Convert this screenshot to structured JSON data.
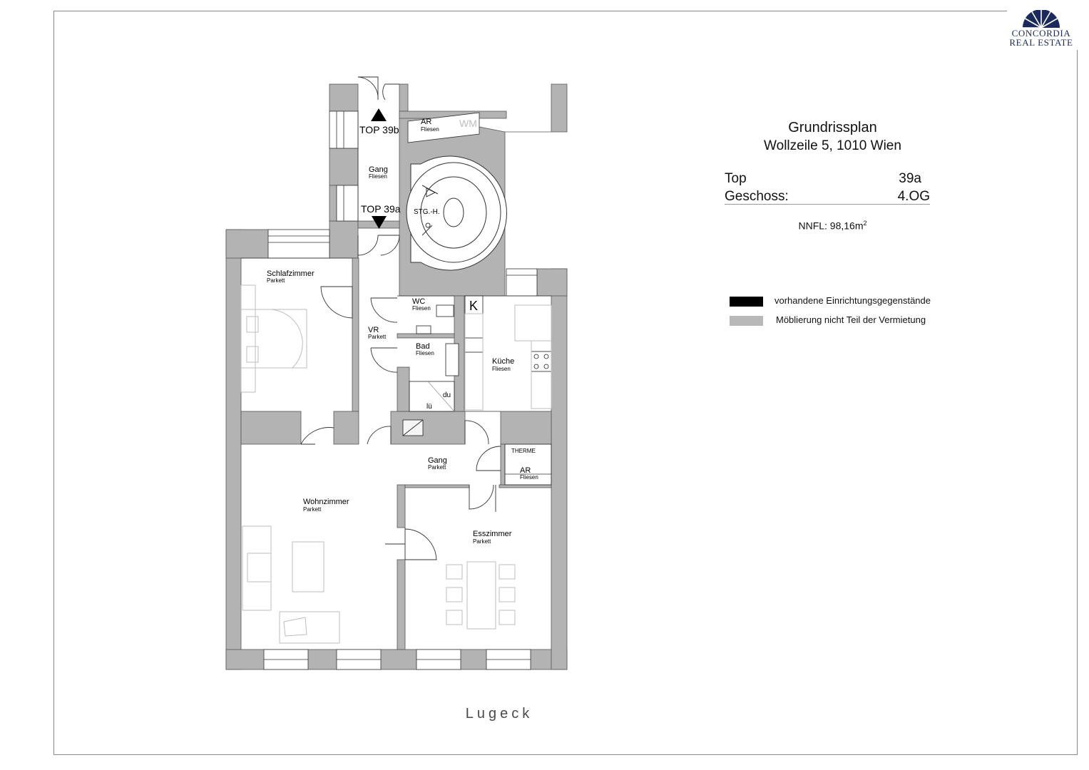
{
  "logo": {
    "line1": "CONCORDIA",
    "line2": "REAL ESTATE",
    "color": "#1b2a5a"
  },
  "info": {
    "title": "Grundrissplan",
    "address": "Wollzeile 5, 1010 Wien",
    "top_label": "Top",
    "top_value": "39a",
    "floor_label": "Geschoss:",
    "floor_value": "4.OG",
    "nnfl_text": "NNFL: 98,16m",
    "nnfl_sup": "2"
  },
  "legend": [
    {
      "label": "vorhandene Einrichtungsgegenstände",
      "color": "#000000"
    },
    {
      "label": "Möblierung nicht Teil der Vermietung",
      "color": "#b8b8b8"
    }
  ],
  "street": "Lugeck",
  "rooms": {
    "ar_top": {
      "name": "AR",
      "floor": "Fliesen"
    },
    "wm": "WM",
    "top39b": "TOP 39b",
    "gang_top": {
      "name": "Gang",
      "floor": "Fliesen"
    },
    "top39a": "TOP 39a",
    "stg": "STG.-H.",
    "schlafzimmer": {
      "name": "Schlafzimmer",
      "floor": "Parkett"
    },
    "wc": {
      "name": "WC",
      "floor": "Fliesen"
    },
    "k": "K",
    "vr": {
      "name": "VR",
      "floor": "Parkett"
    },
    "bad": {
      "name": "Bad",
      "floor": "Fliesen"
    },
    "kueche": {
      "name": "Küche",
      "floor": "Fliesen"
    },
    "du": "du",
    "lue": "lü",
    "therme": "THERME",
    "gang_mid": {
      "name": "Gang",
      "floor": "Parkett"
    },
    "ar_mid": {
      "name": "AR",
      "floor": "Fliesen"
    },
    "wohnzimmer": {
      "name": "Wohnzimmer",
      "floor": "Parkett"
    },
    "esszimmer": {
      "name": "Esszimmer",
      "floor": "Parkett"
    }
  },
  "colors": {
    "wall": "#b3b3b3",
    "furniture_line": "#bdbdbd",
    "frame": "#8a8a8a"
  }
}
